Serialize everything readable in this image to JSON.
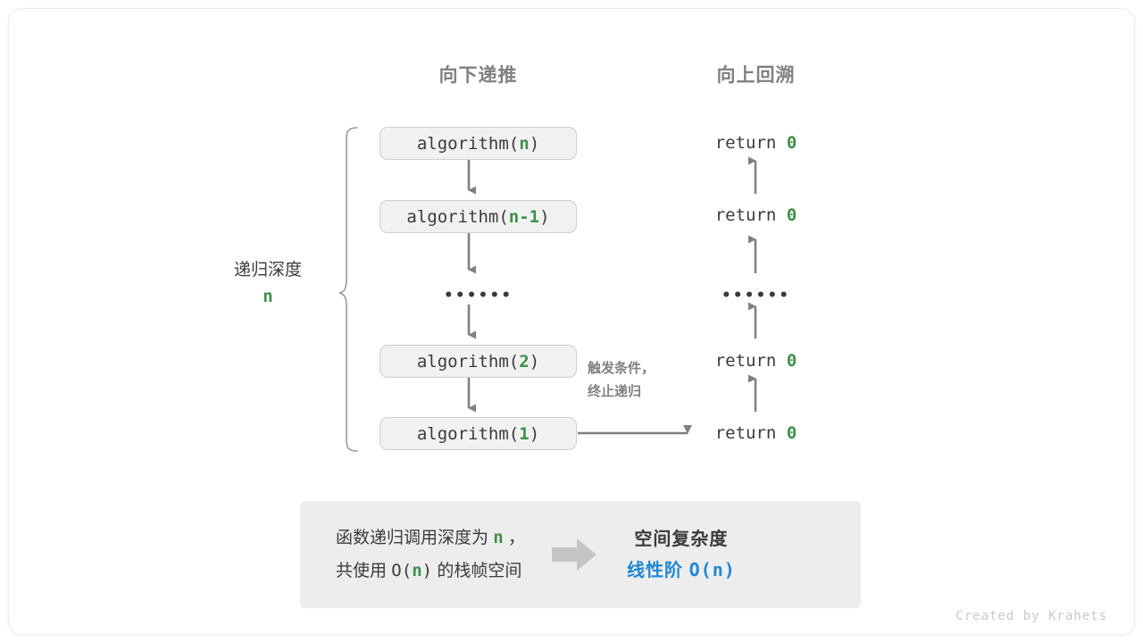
{
  "columns": {
    "left_title": "向下递推",
    "right_title": "向上回溯"
  },
  "depth": {
    "label": "递归深度",
    "value": "n"
  },
  "calls": [
    {
      "name": "algorithm(",
      "arg": "n",
      "close": ")"
    },
    {
      "name": "algorithm(",
      "arg": "n-1",
      "close": ")"
    },
    {
      "name": "algorithm(",
      "arg": "2",
      "close": ")"
    },
    {
      "name": "algorithm(",
      "arg": "1",
      "close": ")"
    }
  ],
  "ellipsis": "••••••",
  "returns": [
    {
      "keyword": "return",
      "value": "0"
    },
    {
      "keyword": "return",
      "value": "0"
    },
    {
      "keyword": "return",
      "value": "0"
    },
    {
      "keyword": "return",
      "value": "0"
    }
  ],
  "trigger_note": {
    "line1": "触发条件，",
    "line2": "终止递归"
  },
  "summary": {
    "left_line1_a": "函数递归调用深度为",
    "left_line1_var": "n",
    "left_line1_b": "，",
    "left_line2_a": "共使用",
    "left_line2_o": "O(",
    "left_line2_var": "n",
    "left_line2_c": ")",
    "left_line2_b": "的栈帧空间",
    "right_title": "空间复杂度",
    "right_value_zh": "线性阶",
    "right_value_mono": "O(n)"
  },
  "credit": "Created by Krahets",
  "colors": {
    "green": "#3d9049",
    "blue": "#1e88d5",
    "gray_text": "#3b3b3b",
    "gray_muted": "#808080",
    "box_fill": "#f1f1f1",
    "box_border": "#cfcfcf",
    "panel_fill": "#ededed",
    "arrow": "#808080"
  }
}
